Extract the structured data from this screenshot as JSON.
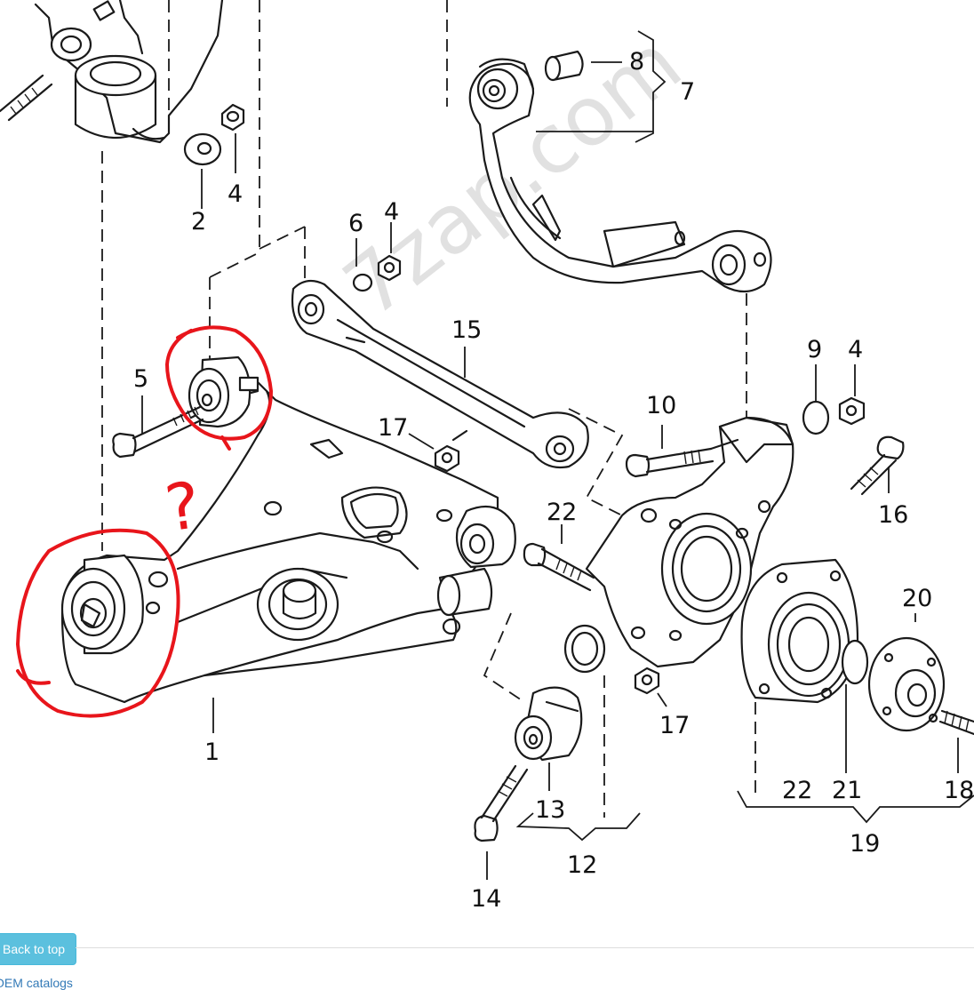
{
  "diagram": {
    "watermark": "7zap.com",
    "annotation": "?",
    "callouts": [
      "1",
      "2",
      "4",
      "4",
      "4",
      "5",
      "6",
      "7",
      "8",
      "9",
      "10",
      "12",
      "13",
      "14",
      "15",
      "16",
      "17",
      "17",
      "18",
      "19",
      "20",
      "21",
      "22",
      "22"
    ]
  },
  "colors": {
    "annotation": "#e8151b",
    "button": "#5bc0de",
    "link": "#337ab7"
  },
  "footer": {
    "back_to_top": "Back to top",
    "link": "OEM catalogs"
  }
}
